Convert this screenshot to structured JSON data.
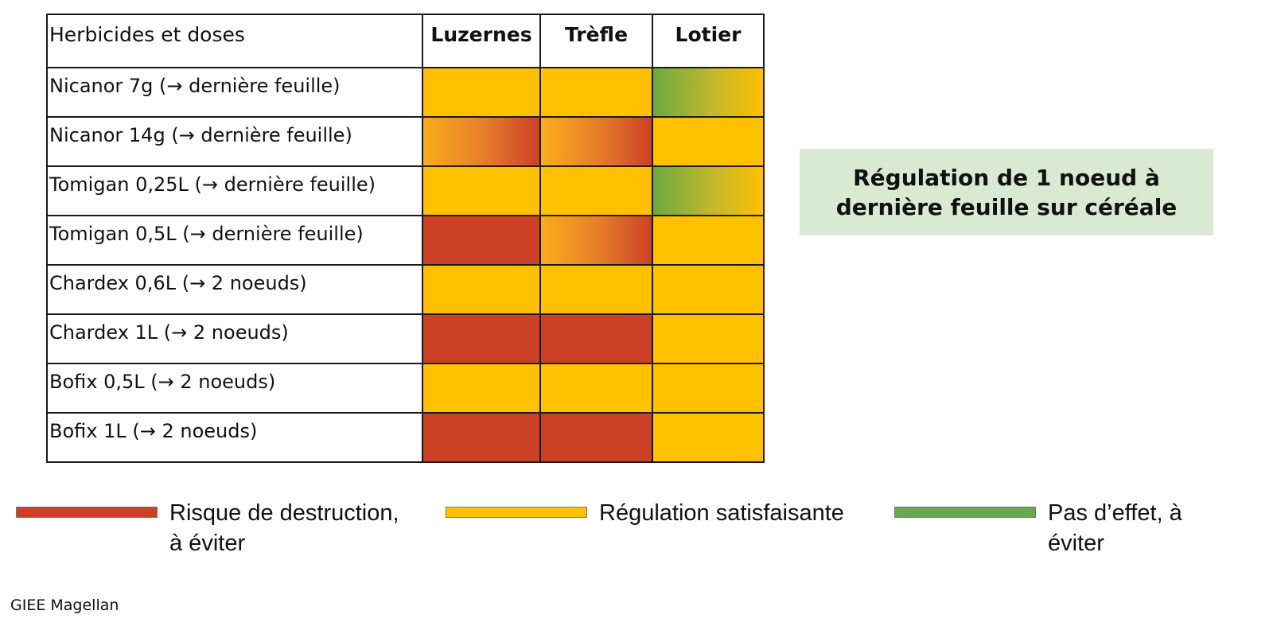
{
  "table": {
    "header_label": "Herbicides et doses",
    "columns": [
      "Luzernes",
      "Trèfle",
      "Lotier"
    ],
    "rows": [
      {
        "label": "Nicanor 7g (→ dernière feuille)",
        "cells": [
          "yellow",
          "yellow",
          "green-yellow"
        ]
      },
      {
        "label": "Nicanor 14g (→ dernière feuille)",
        "cells": [
          "orange-red",
          "orange-red",
          "yellow"
        ]
      },
      {
        "label": "Tomigan 0,25L (→ dernière feuille)",
        "cells": [
          "yellow",
          "yellow",
          "green-yellow"
        ]
      },
      {
        "label": "Tomigan 0,5L (→ dernière feuille)",
        "cells": [
          "red",
          "orange-red",
          "yellow"
        ]
      },
      {
        "label": "Chardex 0,6L (→ 2 noeuds)",
        "cells": [
          "yellow",
          "yellow",
          "yellow"
        ]
      },
      {
        "label": "Chardex 1L (→ 2 noeuds)",
        "cells": [
          "red",
          "red",
          "yellow"
        ]
      },
      {
        "label": "Bofix 0,5L (→ 2 noeuds)",
        "cells": [
          "yellow",
          "yellow",
          "yellow"
        ]
      },
      {
        "label": "Bofix 1L (→ 2 noeuds)",
        "cells": [
          "red",
          "red",
          "yellow"
        ]
      }
    ]
  },
  "note": {
    "text": "Régulation de 1 noeud à\ndernière feuille sur céréale"
  },
  "legend": [
    {
      "color": "#cc4125",
      "label": "Risque de destruction,\nà éviter"
    },
    {
      "color": "#ffc000",
      "label": "Régulation satisfaisante"
    },
    {
      "color": "#6aa84f",
      "label": "Pas d’effet, à\néviter"
    }
  ],
  "footer": {
    "text": "GIEE Magellan"
  },
  "colors": {
    "red": "#cc4125",
    "yellow": "#ffc000",
    "green": "#6aa84f",
    "note_bg": "#d9ead3"
  }
}
